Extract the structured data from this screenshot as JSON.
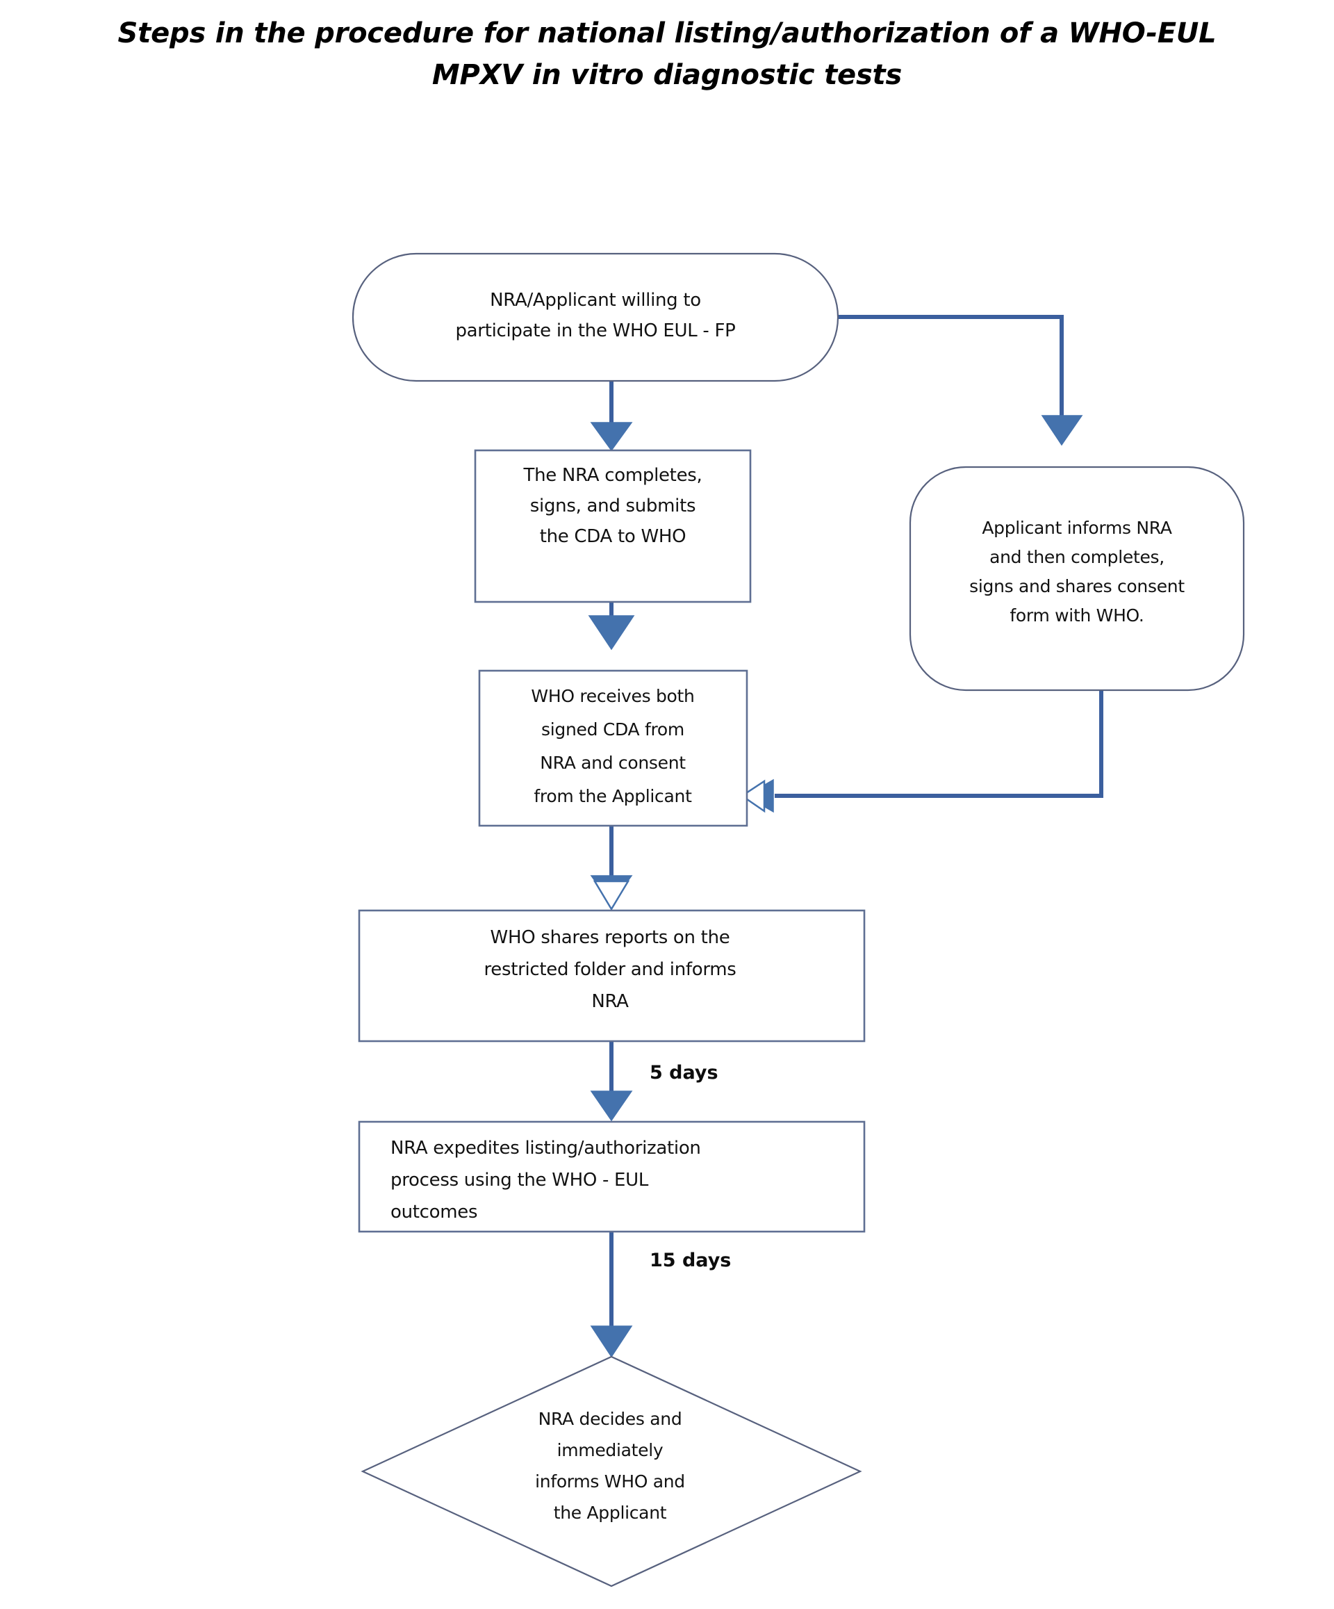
{
  "title": {
    "line1": "Steps in the procedure for national listing/authorization of a WHO-EUL",
    "line2": "MPXV in vitro diagnostic tests"
  },
  "colors": {
    "node_border": "#5f6f93",
    "connector": "#3b5f9e",
    "arrow_fill": "#4472ad",
    "text": "#121212",
    "background": "#ffffff"
  },
  "flowchart": {
    "nodes": [
      {
        "id": "start",
        "shape": "rounded-pill",
        "lines": [
          "NRA/Applicant willing to",
          "participate in the WHO EUL - FP"
        ]
      },
      {
        "id": "nra-cda",
        "shape": "rectangle",
        "lines": [
          "The NRA completes,",
          "signs, and submits",
          "the CDA to WHO"
        ]
      },
      {
        "id": "applicant-consent",
        "shape": "rounded-rectangle",
        "lines": [
          "Applicant informs NRA",
          "and then completes,",
          "signs and shares consent",
          "form with  WHO."
        ]
      },
      {
        "id": "who-receives",
        "shape": "rectangle",
        "lines": [
          "WHO receives both",
          "signed CDA from",
          "NRA and consent",
          "from the Applicant"
        ]
      },
      {
        "id": "who-shares",
        "shape": "rectangle",
        "lines": [
          "WHO shares reports on the",
          "restricted folder and informs",
          "NRA"
        ]
      },
      {
        "id": "nra-expedites",
        "shape": "rectangle",
        "lines": [
          "NRA expedites listing/authorization",
          "process using the WHO - EUL",
          "outcomes"
        ]
      },
      {
        "id": "nra-decides",
        "shape": "diamond",
        "lines": [
          "NRA decides and",
          "immediately",
          "informs WHO and",
          "the Applicant"
        ]
      }
    ],
    "edge_labels": [
      {
        "id": "label-5-days",
        "text": "5 days"
      },
      {
        "id": "label-15-days",
        "text": "15 days"
      }
    ]
  }
}
